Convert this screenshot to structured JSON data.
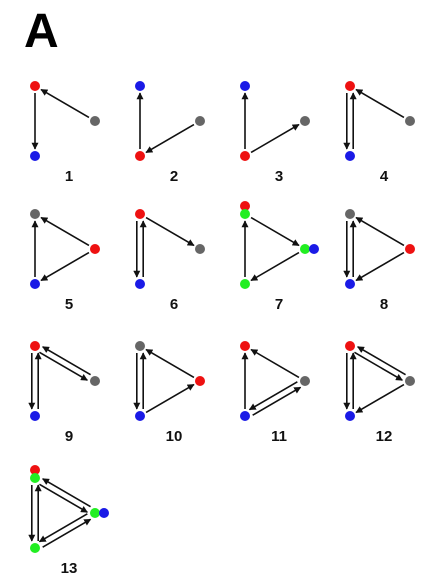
{
  "panel_label": "A",
  "colors": {
    "red": "#ee1111",
    "blue": "#1a1ae6",
    "green": "#22ee22",
    "gray": "#666666",
    "edge": "#111111"
  },
  "motifs": [
    {
      "id": "1",
      "edges": [
        [
          0,
          1
        ],
        [
          2,
          0
        ]
      ],
      "nodes": [
        [
          "red"
        ],
        [
          "blue"
        ],
        [
          "gray"
        ]
      ]
    },
    {
      "id": "2",
      "edges": [
        [
          1,
          0
        ],
        [
          2,
          1
        ]
      ],
      "nodes": [
        [
          "blue"
        ],
        [
          "red"
        ],
        [
          "gray"
        ]
      ]
    },
    {
      "id": "3",
      "edges": [
        [
          1,
          0
        ],
        [
          1,
          2
        ]
      ],
      "nodes": [
        [
          "blue"
        ],
        [
          "red"
        ],
        [
          "gray"
        ]
      ]
    },
    {
      "id": "4",
      "edges": [
        [
          0,
          1
        ],
        [
          1,
          0
        ],
        [
          2,
          0
        ]
      ],
      "nodes": [
        [
          "red"
        ],
        [
          "blue"
        ],
        [
          "gray"
        ]
      ]
    },
    {
      "id": "5",
      "edges": [
        [
          1,
          0
        ],
        [
          2,
          0
        ],
        [
          2,
          1
        ]
      ],
      "nodes": [
        [
          "gray"
        ],
        [
          "blue"
        ],
        [
          "red"
        ]
      ]
    },
    {
      "id": "6",
      "edges": [
        [
          0,
          1
        ],
        [
          1,
          0
        ],
        [
          0,
          2
        ]
      ],
      "nodes": [
        [
          "red"
        ],
        [
          "blue"
        ],
        [
          "gray"
        ]
      ]
    },
    {
      "id": "7",
      "edges": [
        [
          1,
          0
        ],
        [
          0,
          2
        ],
        [
          2,
          1
        ]
      ],
      "nodes": [
        [
          "red",
          "green"
        ],
        [
          "green"
        ],
        [
          "green",
          "blue"
        ]
      ]
    },
    {
      "id": "8",
      "edges": [
        [
          0,
          1
        ],
        [
          1,
          0
        ],
        [
          2,
          0
        ],
        [
          2,
          1
        ]
      ],
      "nodes": [
        [
          "gray"
        ],
        [
          "blue"
        ],
        [
          "red"
        ]
      ]
    },
    {
      "id": "9",
      "edges": [
        [
          0,
          1
        ],
        [
          1,
          0
        ],
        [
          0,
          2
        ],
        [
          2,
          0
        ]
      ],
      "nodes": [
        [
          "red"
        ],
        [
          "blue"
        ],
        [
          "gray"
        ]
      ]
    },
    {
      "id": "10",
      "edges": [
        [
          0,
          1
        ],
        [
          1,
          0
        ],
        [
          2,
          0
        ],
        [
          1,
          2
        ]
      ],
      "nodes": [
        [
          "gray"
        ],
        [
          "blue"
        ],
        [
          "red"
        ]
      ]
    },
    {
      "id": "11",
      "edges": [
        [
          1,
          0
        ],
        [
          2,
          0
        ],
        [
          1,
          2
        ],
        [
          2,
          1
        ]
      ],
      "nodes": [
        [
          "red"
        ],
        [
          "blue"
        ],
        [
          "gray"
        ]
      ]
    },
    {
      "id": "12",
      "edges": [
        [
          0,
          1
        ],
        [
          1,
          0
        ],
        [
          0,
          2
        ],
        [
          2,
          0
        ],
        [
          2,
          1
        ]
      ],
      "nodes": [
        [
          "red"
        ],
        [
          "blue"
        ],
        [
          "gray"
        ]
      ]
    },
    {
      "id": "13",
      "edges": [
        [
          0,
          1
        ],
        [
          1,
          0
        ],
        [
          0,
          2
        ],
        [
          2,
          0
        ],
        [
          1,
          2
        ],
        [
          2,
          1
        ]
      ],
      "nodes": [
        [
          "red",
          "green"
        ],
        [
          "green"
        ],
        [
          "green",
          "blue"
        ]
      ]
    }
  ]
}
